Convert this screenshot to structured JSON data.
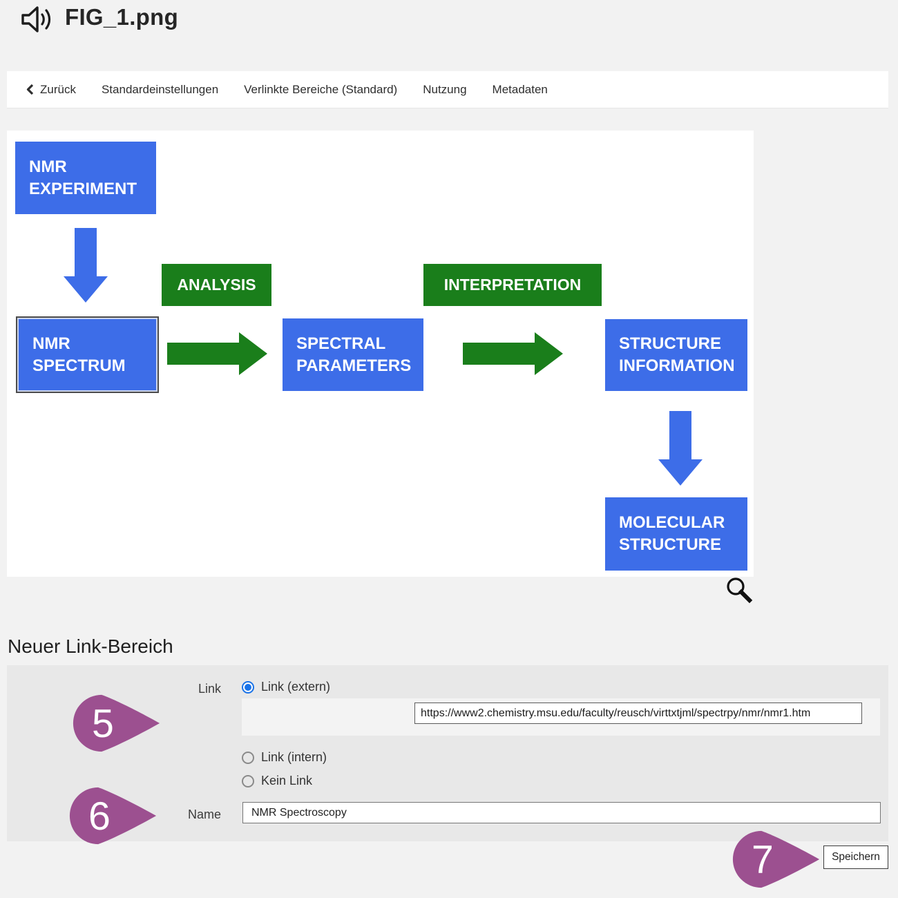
{
  "page": {
    "title": "FIG_1.png"
  },
  "nav": {
    "back": "Zurück",
    "items": [
      "Standardeinstellungen",
      "Verlinkte Bereiche (Standard)",
      "Nutzung",
      "Metadaten"
    ]
  },
  "diagram": {
    "nodes": {
      "experiment": {
        "line1": "NMR",
        "line2": "EXPERIMENT"
      },
      "analysis": {
        "label": "ANALYSIS"
      },
      "spectrum": {
        "line1": "NMR",
        "line2": "SPECTRUM"
      },
      "spectral": {
        "line1": "SPECTRAL",
        "line2": "PARAMETERS"
      },
      "interpretation": {
        "label": "INTERPRETATION"
      },
      "structure": {
        "line1": "STRUCTURE",
        "line2": "INFORMATION"
      },
      "molecular": {
        "line1": "MOLECULAR",
        "line2": "STRUCTURE"
      }
    },
    "colors": {
      "box_blue": "#3d6de8",
      "box_green": "#1a7e1b"
    }
  },
  "section": {
    "heading": "Neuer Link-Bereich"
  },
  "form": {
    "link_label": "Link",
    "selected_option": "extern",
    "options": {
      "extern": "Link (extern)",
      "intern": "Link (intern)",
      "none": "Kein Link"
    },
    "url_value": "https://www2.chemistry.msu.edu/faculty/reusch/virttxtjml/spectrpy/nmr/nmr1.htm",
    "name_label": "Name",
    "name_value": "NMR Spectroscopy",
    "save_label": "Speichern"
  },
  "annotations": {
    "color": "#9c5090",
    "markers": [
      "5",
      "6",
      "7"
    ]
  }
}
